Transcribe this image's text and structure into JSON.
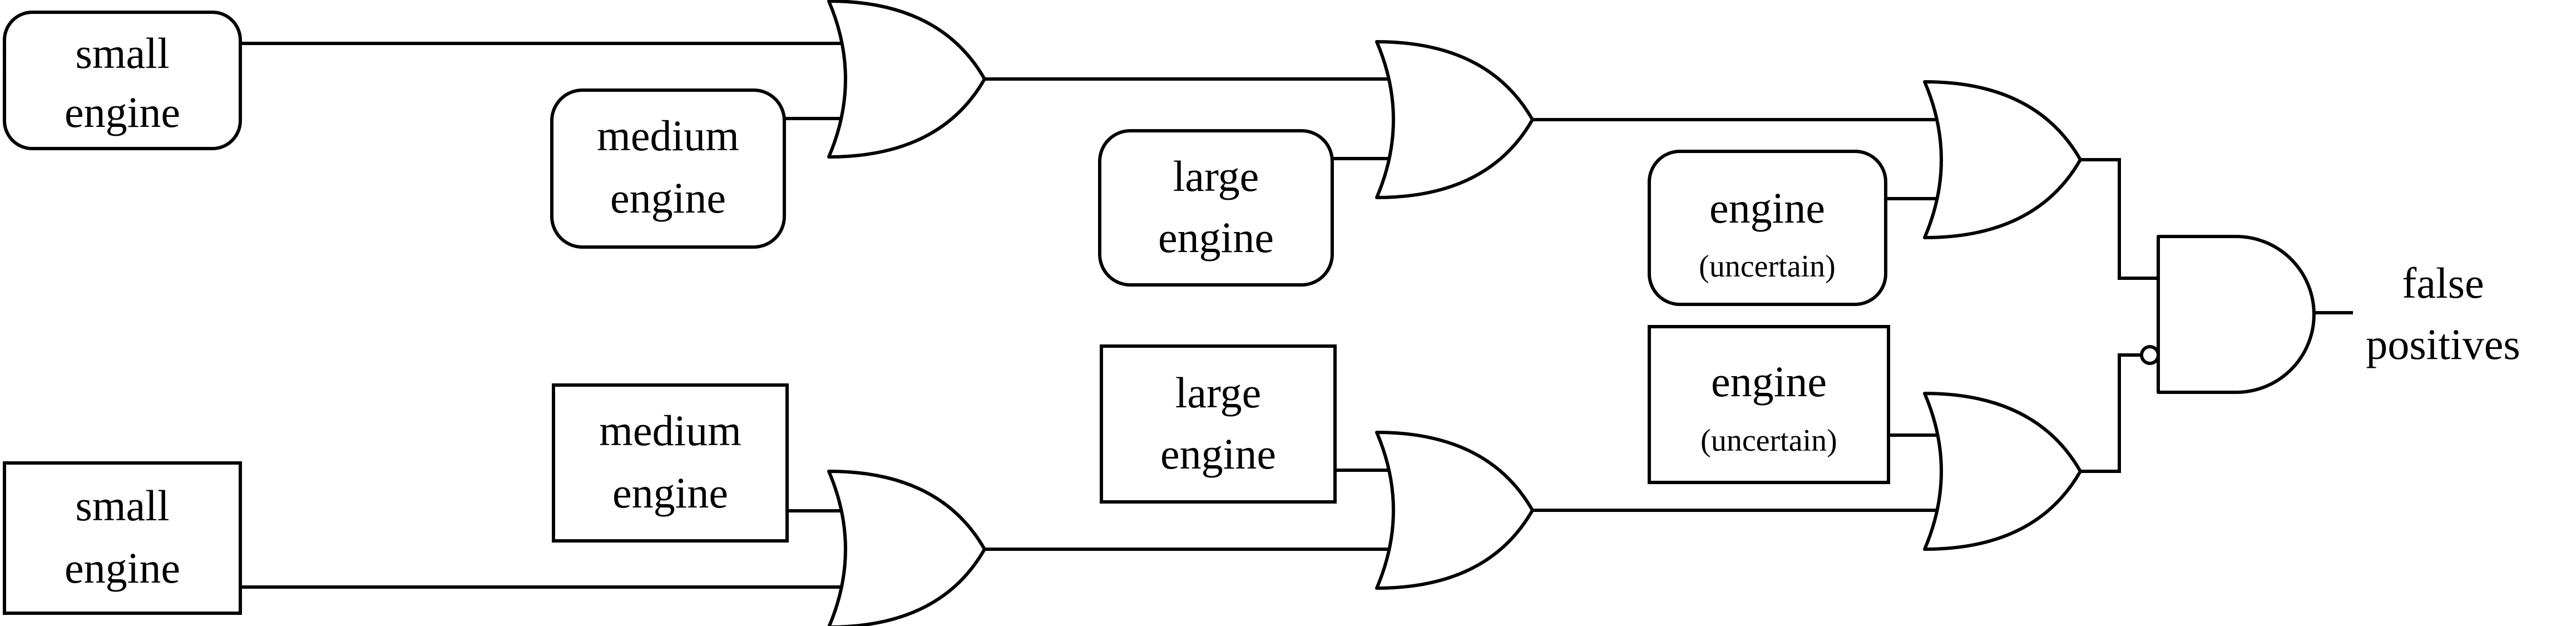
{
  "top_branch": {
    "small": {
      "line1": "small",
      "line2": "engine"
    },
    "medium": {
      "line1": "medium",
      "line2": "engine"
    },
    "large": {
      "line1": "large",
      "line2": "engine"
    },
    "uncertain": {
      "line1": "engine",
      "line2": "(uncertain)"
    }
  },
  "bottom_branch": {
    "small": {
      "line1": "small",
      "line2": "engine"
    },
    "medium": {
      "line1": "medium",
      "line2": "engine"
    },
    "large": {
      "line1": "large",
      "line2": "engine"
    },
    "uncertain": {
      "line1": "engine",
      "line2": "(uncertain)"
    }
  },
  "output": {
    "line1": "false",
    "line2": "positives"
  }
}
